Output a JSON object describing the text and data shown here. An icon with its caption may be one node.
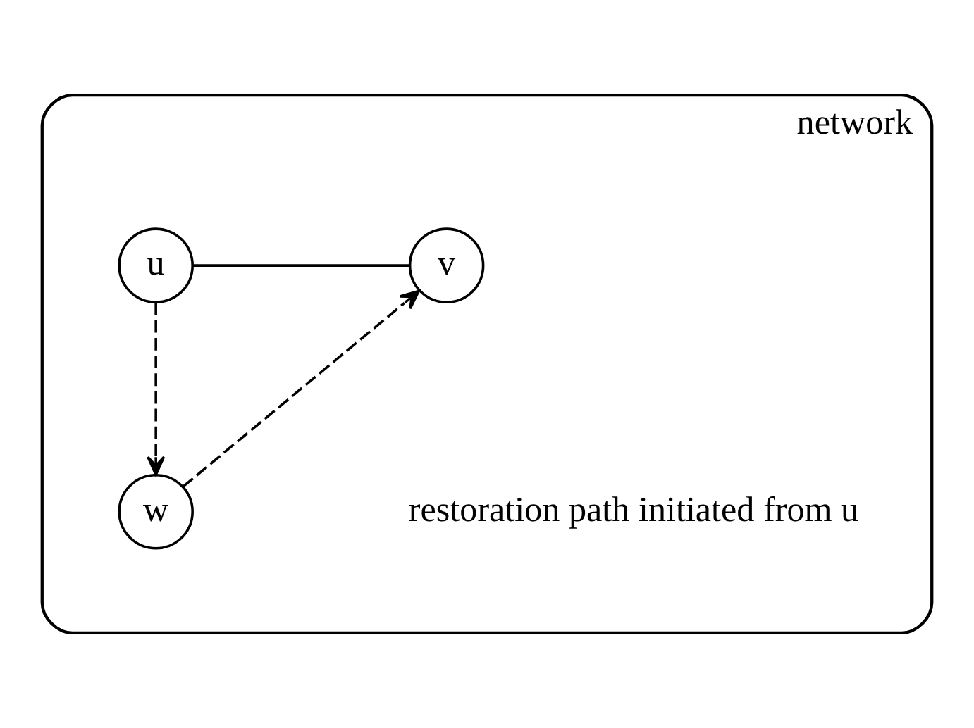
{
  "diagram": {
    "nodes": [
      {
        "text": [
          "network"
        ]
      },
      {
        "text": [
          "u"
        ],
        "in": 0
      },
      {
        "text": [
          "v"
        ],
        "in": 0
      },
      {
        "text": [
          "w"
        ],
        "in": 0
      }
    ],
    "edges": [
      {
        "from": 1,
        "to": 2,
        "arrow": "none"
      },
      {
        "from": 1,
        "to": 3,
        "arrow": "to",
        "style": "dashed"
      },
      {
        "from": 3,
        "to": 2,
        "arrow": "to",
        "style": "dashed"
      }
    ],
    "labels": [
      "restoration path initiated from u"
    ]
  }
}
